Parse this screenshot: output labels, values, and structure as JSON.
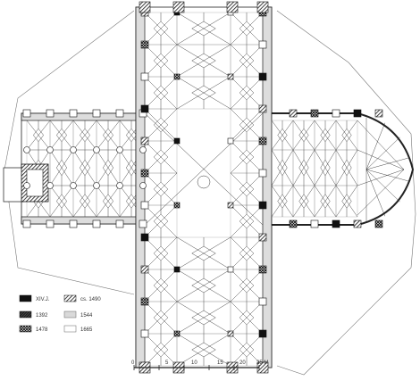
{
  "legend": {
    "items": [
      {
        "label": "XIV.J.",
        "pattern": "solid-black"
      },
      {
        "label": "1392",
        "pattern": "dense-hatch"
      },
      {
        "label": "1478",
        "pattern": "cross-hatch"
      },
      {
        "label": "cs. 1490",
        "pattern": "diagonal-hatch"
      },
      {
        "label": "1544",
        "pattern": "light-gray"
      },
      {
        "label": "1665",
        "pattern": "white"
      }
    ]
  },
  "scale": {
    "ticks": [
      "0",
      "5",
      "10",
      "15",
      "20",
      "25 M"
    ]
  },
  "colors": {
    "ink": "#1a1a1a",
    "fill_light": "#d9d9d9"
  }
}
